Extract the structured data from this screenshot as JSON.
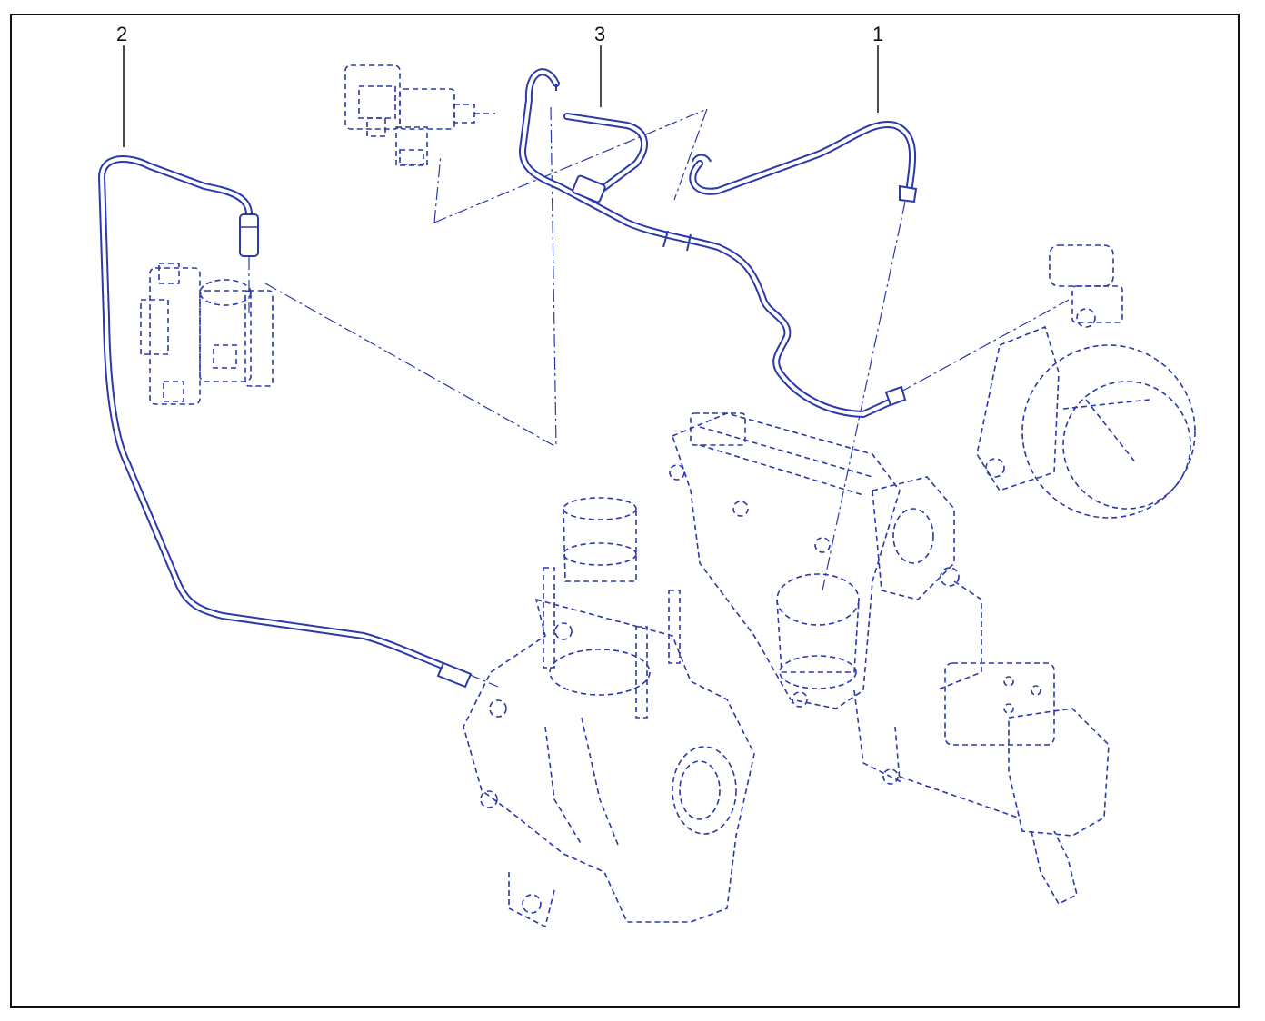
{
  "colors": {
    "line": "#2a3aa8",
    "frame": "#111111",
    "background": "#ffffff"
  },
  "callouts": {
    "c1": "1",
    "c2": "2",
    "c3": "3"
  }
}
